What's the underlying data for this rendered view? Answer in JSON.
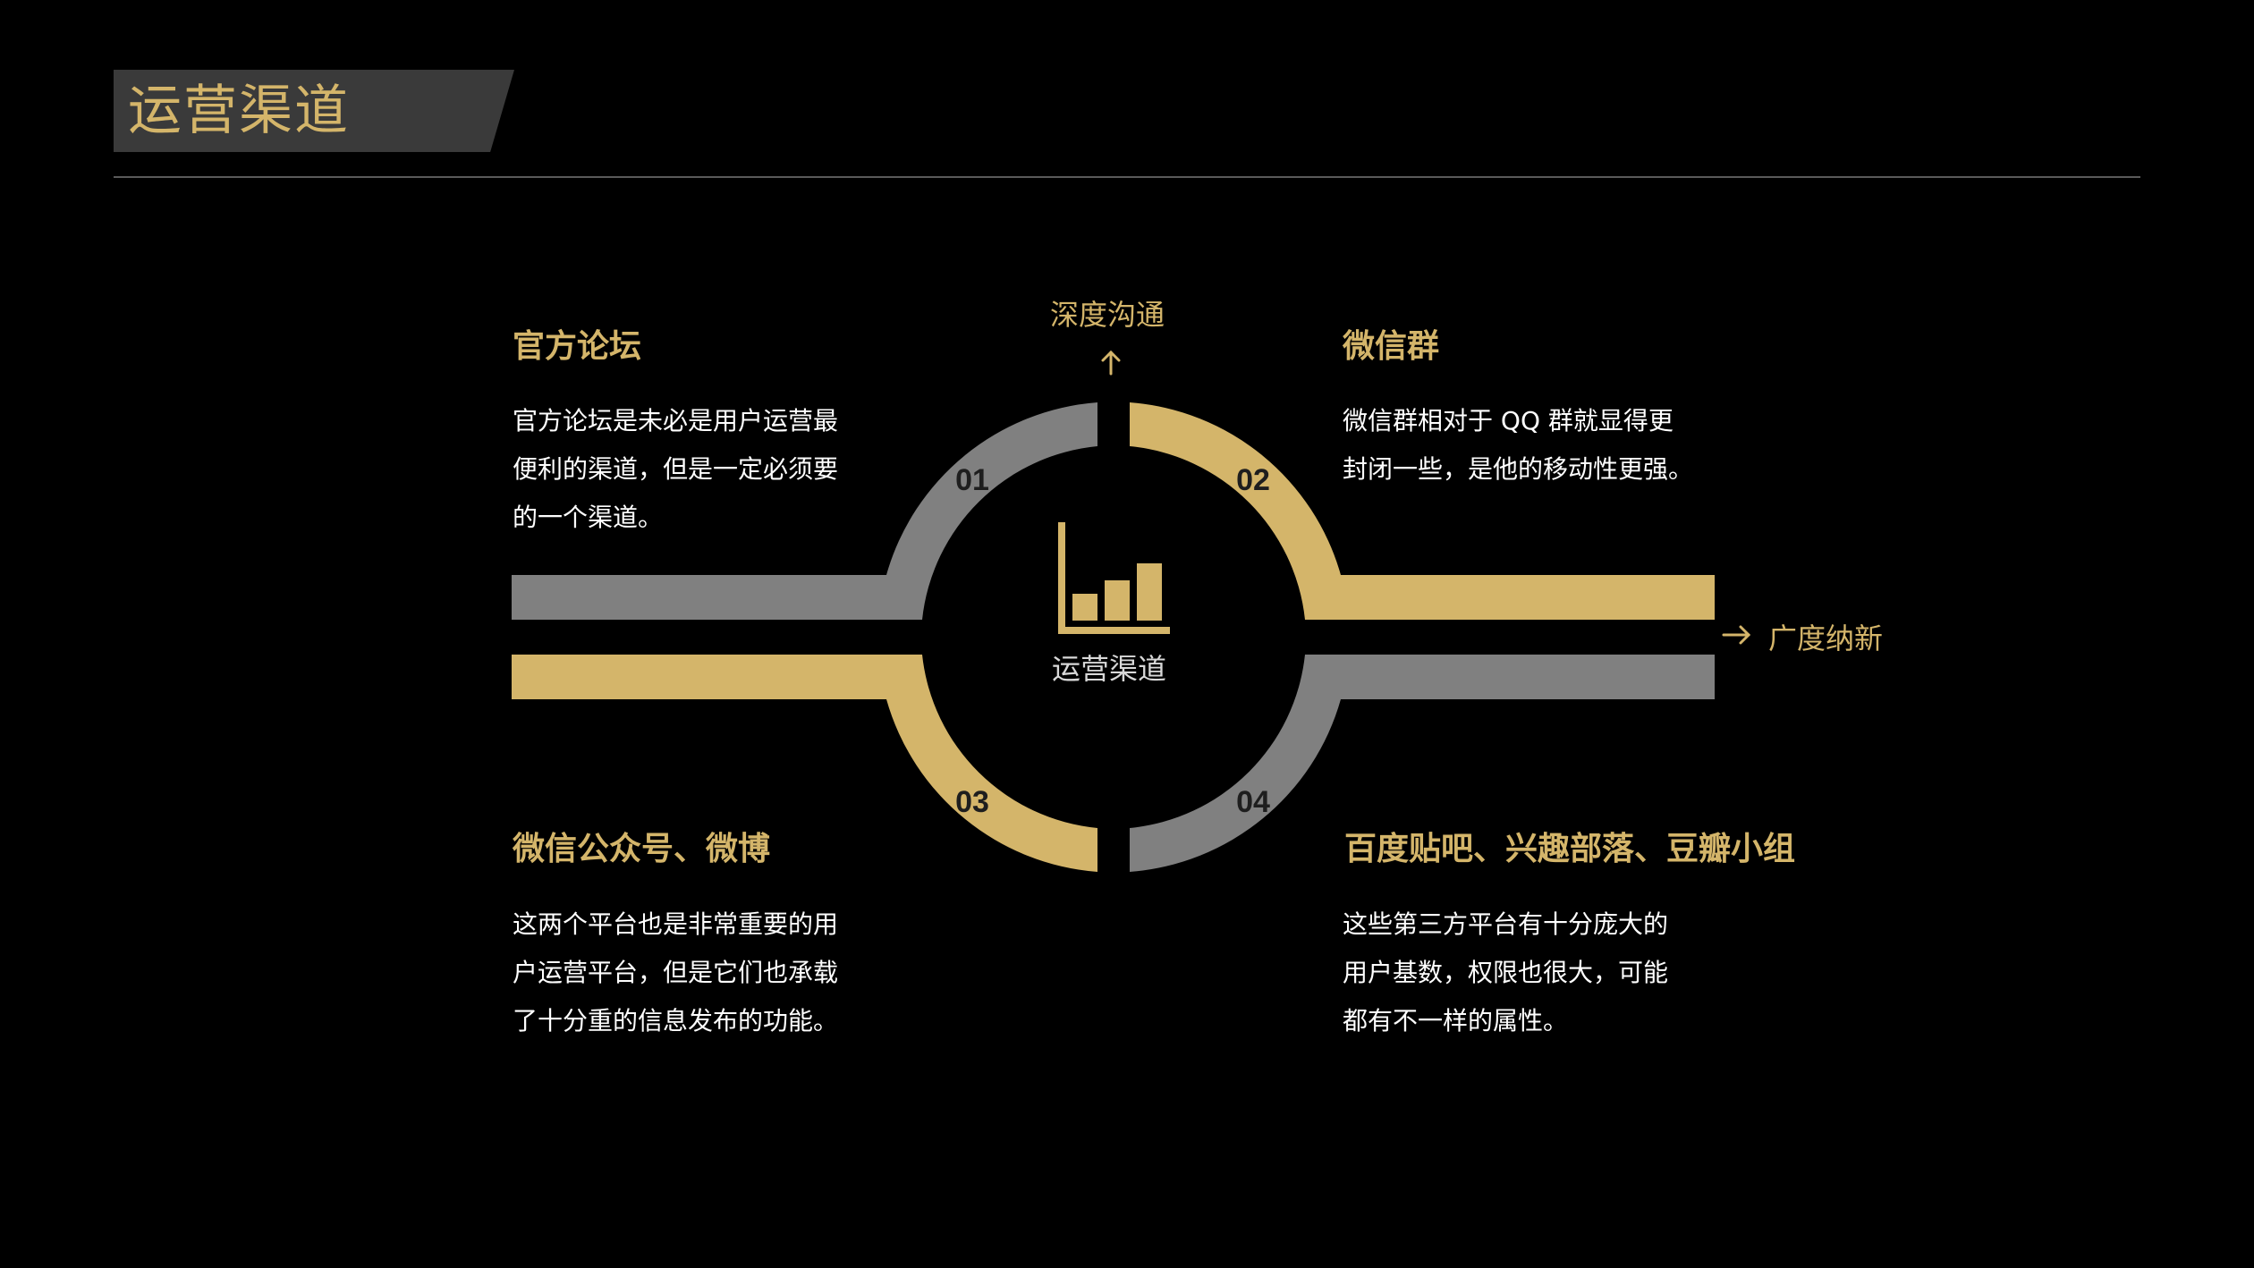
{
  "page": {
    "title": "运营渠道"
  },
  "diagram": {
    "center_label": "运营渠道",
    "top_direction": "深度沟通",
    "right_direction": "广度纳新",
    "segments": [
      {
        "number": "01",
        "heading": "官方论坛",
        "lines": [
          "官方论坛是未必是用户运营最",
          "便利的渠道，但是一定必须要",
          "的一个渠道。"
        ]
      },
      {
        "number": "02",
        "heading": "微信群",
        "lines": [
          "微信群相对于 QQ 群就显得更",
          "封闭一些，是他的移动性更强。"
        ]
      },
      {
        "number": "03",
        "heading": "微信公众号、微博",
        "lines": [
          "这两个平台也是非常重要的用",
          "户运营平台，但是它们也承载",
          "了十分重的信息发布的功能。"
        ]
      },
      {
        "number": "04",
        "heading": "百度贴吧、兴趣部落、豆瓣小组",
        "lines": [
          "这些第三方平台有十分庞大的",
          "用户基数，权限也很大，可能",
          "都有不一样的属性。"
        ]
      }
    ]
  },
  "colors": {
    "background": "#000000",
    "gold": "#d4b56a",
    "gray": "#808080",
    "title_bar": "#3a3a3a"
  },
  "icons": {
    "center": "bar-chart-icon",
    "up": "arrow-up-icon",
    "right": "arrow-right-icon"
  }
}
